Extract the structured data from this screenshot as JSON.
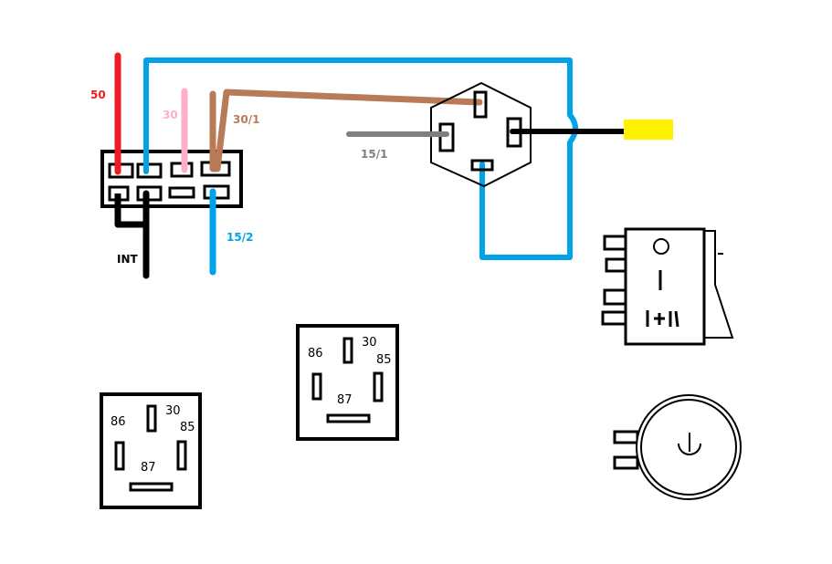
{
  "diagram": {
    "title": "",
    "colors": {
      "red": "#ed1c24",
      "blue": "#00a2e8",
      "pink": "#ffaec9",
      "brown": "#b97a57",
      "gray": "#7f7f7f",
      "black": "#000000",
      "yellow": "#fff200"
    },
    "connector": {
      "wires": {
        "w50": "50",
        "w30": "30",
        "w30_1": "30/1",
        "w15_2": "15/2",
        "int": "INT"
      }
    },
    "ignition_switch": {
      "wire_label": "15/1"
    },
    "relays": [
      {
        "name": "relay-1",
        "pins": [
          "86",
          "30",
          "85",
          "87"
        ]
      },
      {
        "name": "relay-2",
        "pins": [
          "86",
          "30",
          "85",
          "87"
        ]
      }
    ],
    "rocker_switch": {
      "markings": [
        "|",
        "|+||"
      ]
    },
    "push_button": {
      "icon": "power-icon"
    }
  }
}
